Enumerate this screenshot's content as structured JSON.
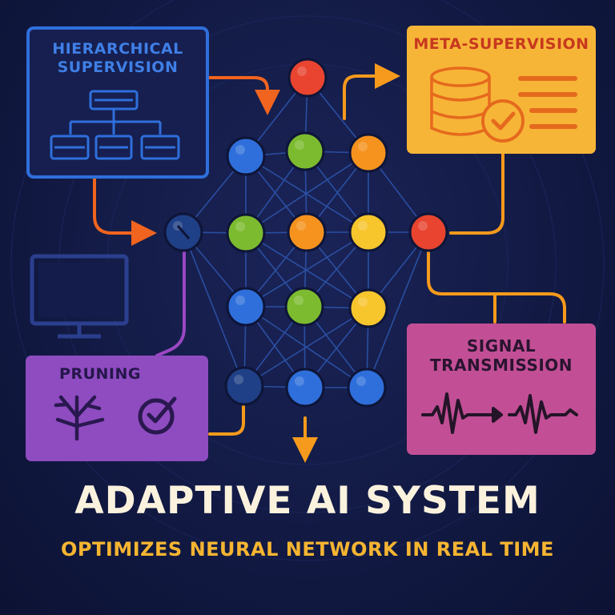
{
  "diagram": {
    "title": "ADAPTIVE AI SYSTEM",
    "subtitle": "OPTIMIZES NEURAL NETWORK IN REAL TIME",
    "panels": {
      "hierarchical": {
        "label": "HIERARCHICAL\nSUPERVISION",
        "color": "#2f6fdb"
      },
      "meta": {
        "label": "META-SUPERVISION",
        "color": "#f7b538"
      },
      "pruning": {
        "label": "PRUNING",
        "color": "#8e4cc0"
      },
      "signal": {
        "label": "SIGNAL\nTRANSMISSION",
        "color": "#c24f95"
      }
    },
    "icons": [
      "hierarchy-icon",
      "database-icon",
      "checkmark-icon",
      "document-lines-icon",
      "monitor-icon",
      "branch-icon",
      "waveform-icon"
    ],
    "colors": {
      "background": "#121a44",
      "node_blue": "#2f6fdb",
      "node_green": "#7cbb2f",
      "node_orange": "#f6931e",
      "node_yellow": "#f7c52c",
      "node_red": "#e8442f",
      "node_dark": "#1f3f86",
      "connector_orange": "#f0641f",
      "connector_gold": "#f59a1c",
      "connector_purple": "#9b47c4",
      "mesh": "#2e57b0"
    }
  }
}
